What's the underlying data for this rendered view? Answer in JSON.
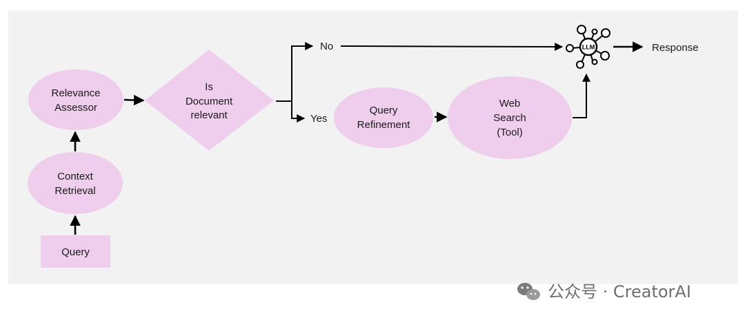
{
  "nodes": {
    "query": "Query",
    "context_retrieval": [
      "Context",
      "Retrieval"
    ],
    "relevance_assessor": [
      "Relevance",
      "Assessor"
    ],
    "decision": [
      "Is",
      "Document",
      "relevant"
    ],
    "query_refinement": [
      "Query",
      "Refinement"
    ],
    "web_search": [
      "Web",
      "Search",
      "(Tool)"
    ],
    "llm": "LLM",
    "response": "Response"
  },
  "branches": {
    "no": "No",
    "yes": "Yes"
  },
  "watermark": {
    "text": "公众号 · CreatorAI",
    "icon": "wechat-icon"
  },
  "colors": {
    "node_fill": "#efcdec",
    "panel": "#f2f2f2",
    "edge": "#000000"
  }
}
